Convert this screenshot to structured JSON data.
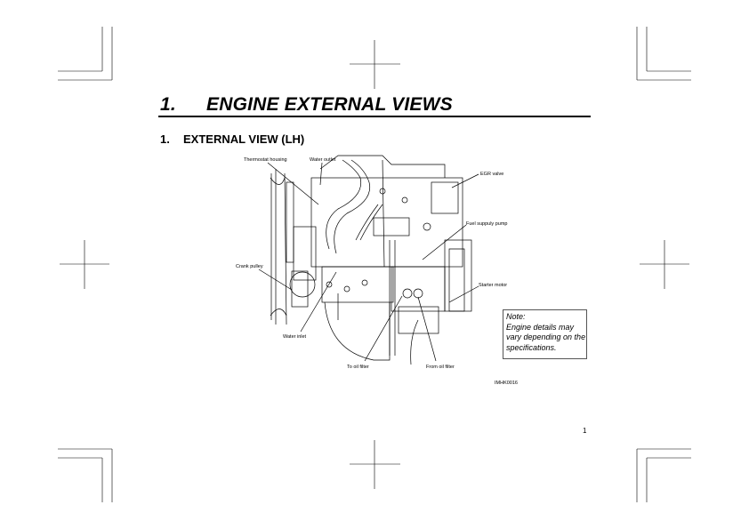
{
  "chapter": {
    "number": "1.",
    "title": "ENGINE EXTERNAL VIEWS"
  },
  "section": {
    "number": "1.",
    "title": "EXTERNAL VIEW (LH)"
  },
  "figure": {
    "labels": {
      "thermostat_housing": "Thermostat housing",
      "water_outlet": "Water outlet",
      "egr_valve": "EGR valve",
      "fuel_supply_pump": "Fuel suppuly pump",
      "crank_pulley": "Crank pulley",
      "starter_motor": "Starter motor",
      "water_inlet": "Water inlet",
      "to_oil_filter": "To oil filter",
      "from_oil_filter": "From oil filter"
    },
    "code": "IMHK0016"
  },
  "note": {
    "heading": "Note:",
    "lines": [
      "Engine details may",
      "vary depending on the",
      "specifications."
    ]
  },
  "page_number": "1"
}
